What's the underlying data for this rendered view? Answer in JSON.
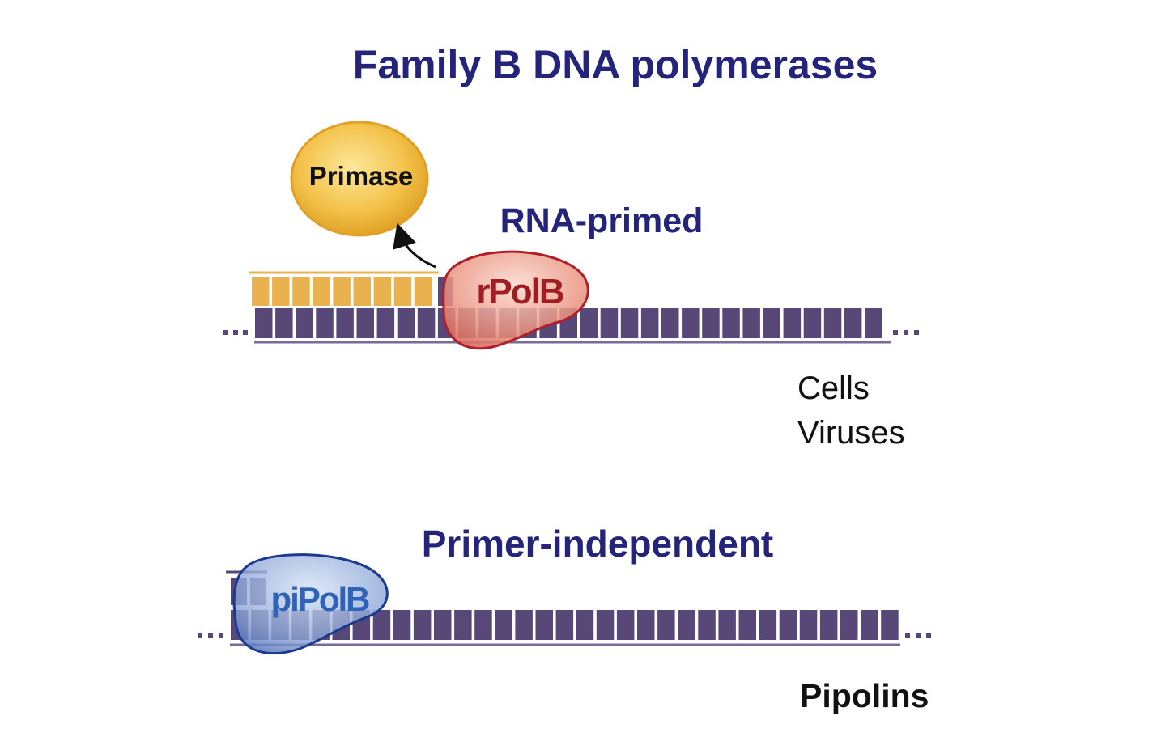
{
  "title": "Family B DNA polymerases",
  "top_panel": {
    "heading": "RNA-primed",
    "primase_label": "Primase",
    "enzyme_label": "rPolB",
    "organisms": [
      "Cells",
      "Viruses"
    ]
  },
  "bottom_panel": {
    "heading": "Primer-independent",
    "enzyme_label": "piPolB",
    "organisms": [
      "Pipolins"
    ]
  },
  "colors": {
    "title": "#24247a",
    "template_strand": "#574878",
    "template_line": "#7a6a9a",
    "rna_primer": "#e9b24f",
    "primase_fill": "#f0b834",
    "primase_edge": "#d99a20",
    "rpolb_fill": "#e8907e",
    "rpolb_edge": "#b01e2a",
    "rpolb_text": "#a01e22",
    "pipolb_fill": "#7f95c9",
    "pipolb_edge": "#1a3a8f",
    "pipolb_text": "#2f63b8",
    "organism_text": "#111111"
  }
}
